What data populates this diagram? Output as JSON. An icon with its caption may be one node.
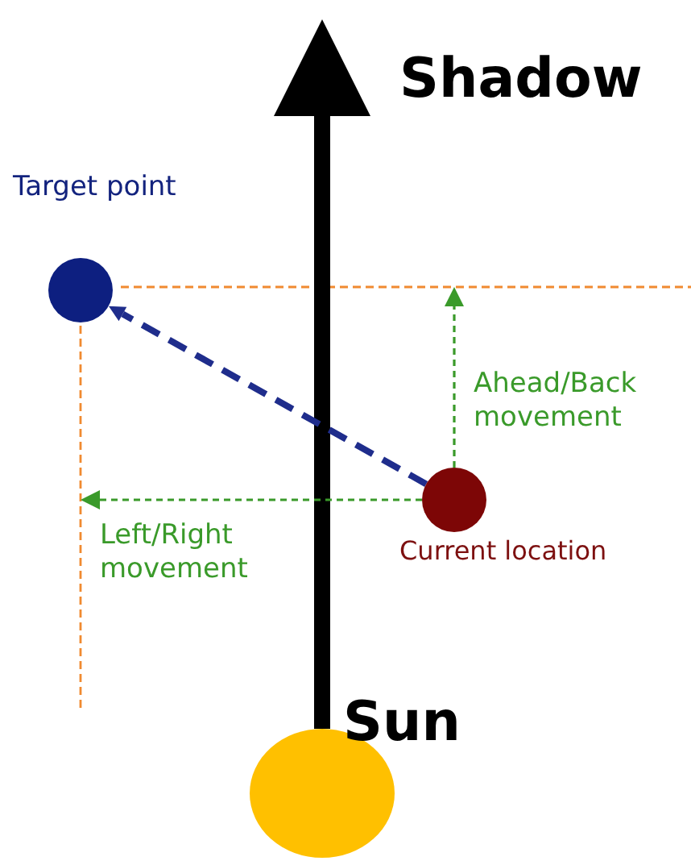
{
  "diagram": {
    "nodes": [
      {
        "text": [],
        "shape": "circle",
        "beside": [
          "Target point"
        ]
      },
      {
        "text": [],
        "shape": "circle",
        "beside": [
          "Current location"
        ]
      },
      {
        "text": [],
        "shape": "circle",
        "beside": [
          "Sun"
        ]
      }
    ],
    "edges": [
      {
        "from": 2,
        "to": null,
        "arrow": "to",
        "label": "Shadow",
        "style": "thick",
        "color": "#000000"
      },
      {
        "from": 1,
        "to": 0,
        "arrow": "to",
        "style": "dashed",
        "color": "#1f2d8c"
      },
      {
        "from": 1,
        "to": null,
        "arrow": "to",
        "label": "Ahead/Back movement",
        "style": "dashed",
        "color": "#3a9a2a"
      },
      {
        "from": 1,
        "to": null,
        "arrow": "to",
        "label": "Left/Right movement",
        "style": "dashed",
        "color": "#3a9a2a"
      }
    ]
  }
}
